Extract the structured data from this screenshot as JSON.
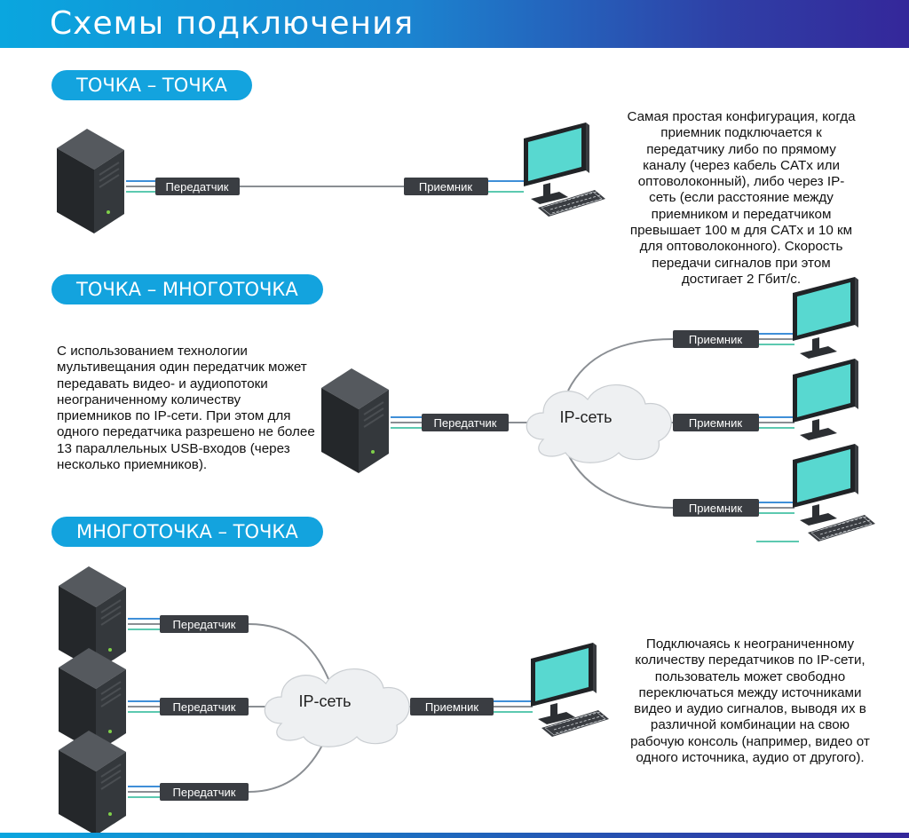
{
  "header": {
    "title": "Схемы подключения"
  },
  "sections": {
    "p2p": {
      "title": "ТОЧКА – ТОЧКА",
      "description": "Самая простая конфигурация, когда приемник подключается к передатчику либо по прямому каналу (через кабель CATx или оптоволоконный), либо через IP-сеть (если расстояние между приемником и передатчиком превышает 100 м для CATx и 10 км для оптоволоконного). Скорость передачи сигналов при этом достигает 2 Гбит/с."
    },
    "p2mp": {
      "title": "ТОЧКА – МНОГОТОЧКА",
      "description": "С использованием технологии мультивещания один передатчик может передавать видео- и аудиопотоки неограниченному количеству приемников по IP-сети. При этом для одного передатчика разрешено не более 13 параллельных USB-входов (через несколько приемников)."
    },
    "mp2p": {
      "title": "МНОГОТОЧКА – ТОЧКА",
      "description": "Подключаясь к неограниченному количеству передатчиков по IP-сети, пользователь может свободно переключаться между источниками видео и аудио сигналов, выводя их в различной комбинации на свою рабочую консоль (например, видео от одного источника, аудио от другого)."
    }
  },
  "labels": {
    "transmitter": "Передатчик",
    "receiver": "Приемник",
    "network": "IP-сеть"
  },
  "colors": {
    "accent": "#13a3de",
    "screen": "#58d8d0",
    "device": "#2a2d31",
    "label_bg": "#3a3d42",
    "cable_blue": "#3f8fd8",
    "cable_green": "#5cc9b0"
  },
  "icons": [
    "server-tower-icon",
    "monitor-icon",
    "keyboard-icon",
    "cloud-icon"
  ]
}
